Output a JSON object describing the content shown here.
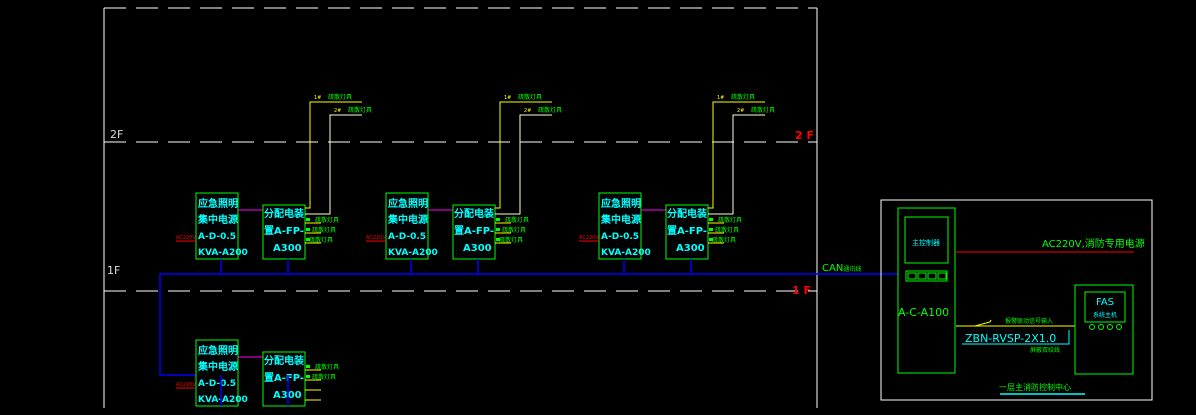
{
  "floors": {
    "f2_left": "2F",
    "f2_right": "2 F",
    "f1_left": "1F",
    "f1_right": "1 F"
  },
  "units": [
    {
      "source": [
        "应急照明",
        "集中电源",
        "A-D-0.5",
        "KVA-A200"
      ],
      "dist": [
        "分配电装",
        "置A-FP-",
        "A300"
      ],
      "ac": "AC220V",
      "upper_lamps": [
        {
          "tag": "1#",
          "label": "疏散灯具"
        },
        {
          "tag": "2#",
          "label": "疏散灯具"
        }
      ],
      "side_lamps": [
        "疏散灯具",
        "疏散灯具",
        "疏散灯具"
      ]
    },
    {
      "source": [
        "应急照明",
        "集中电源",
        "A-D-0.5",
        "KVA-A200"
      ],
      "dist": [
        "分配电装",
        "置A-FP-",
        "A300"
      ],
      "ac": "AC220V",
      "upper_lamps": [
        {
          "tag": "1#",
          "label": "疏散灯具"
        },
        {
          "tag": "2#",
          "label": "疏散灯具"
        }
      ],
      "side_lamps": [
        "疏散灯具",
        "疏散灯具",
        "疏散灯具"
      ]
    },
    {
      "source": [
        "应急照明",
        "集中电源",
        "A-D-0.5",
        "KVA-A200"
      ],
      "dist": [
        "分配电装",
        "置A-FP-",
        "A300"
      ],
      "ac": "AC220V",
      "upper_lamps": [
        {
          "tag": "1#",
          "label": "疏散灯具"
        },
        {
          "tag": "2#",
          "label": "疏散灯具"
        }
      ],
      "side_lamps": [
        "疏散灯具",
        "疏散灯具",
        "疏散灯具"
      ]
    },
    {
      "source": [
        "应急照明",
        "集中电源",
        "A-D-0.5",
        "KVA-A200"
      ],
      "dist": [
        "分配电装",
        "置A-FP-",
        "A300"
      ],
      "ac": "AC220V",
      "upper_lamps": [],
      "side_lamps": [
        "疏散灯具",
        "疏散灯具",
        "",
        ""
      ]
    }
  ],
  "bus": {
    "label": "CAN",
    "label_suffix": "通讯线"
  },
  "control_center": {
    "controller_label": "主控制器",
    "controller_model": "A-C-A100",
    "power_label": "AC220V,消防专用电源",
    "fas_title": "FAS",
    "fas_sub": "系统主机",
    "signal_label": "报警联动信号输入",
    "cable_model": "ZBN-RVSP-2X1.0",
    "cable_label": "屏蔽双绞线",
    "title": "一层主消防控制中心"
  },
  "colors": {
    "green": "#00ff00",
    "cyan": "#00ffff",
    "yellow": "#ffff00",
    "red": "#ff0000",
    "blue": "#0000ff",
    "magenta": "#ff00ff",
    "white": "#ffffff"
  }
}
